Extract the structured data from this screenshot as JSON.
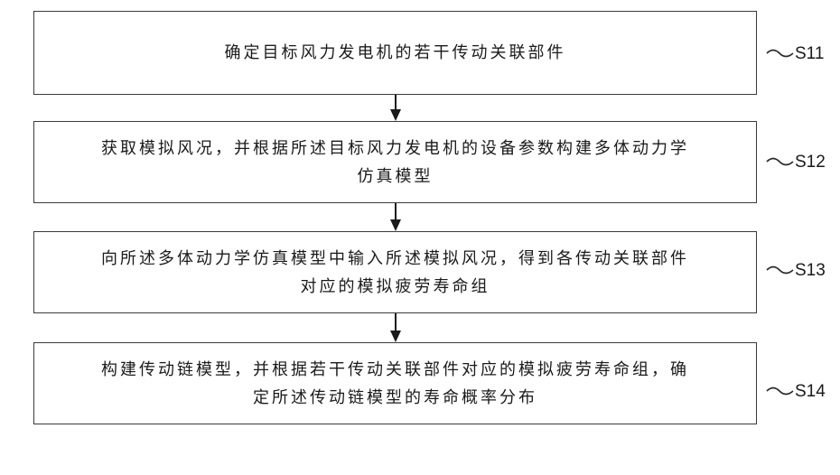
{
  "flowchart": {
    "steps": [
      {
        "id": "S11",
        "label": "S11",
        "text": "确定目标风力发电机的若干传动关联部件"
      },
      {
        "id": "S12",
        "label": "S12",
        "text": "获取模拟风况，并根据所述目标风力发电机的设备参数构建多体动力学\n仿真模型"
      },
      {
        "id": "S13",
        "label": "S13",
        "text": "向所述多体动力学仿真模型中输入所述模拟风况，得到各传动关联部件\n对应的模拟疲劳寿命组"
      },
      {
        "id": "S14",
        "label": "S14",
        "text": "构建传动链模型，并根据若干传动关联部件对应的模拟疲劳寿命组，确\n定所述传动链模型的寿命概率分布"
      }
    ]
  }
}
